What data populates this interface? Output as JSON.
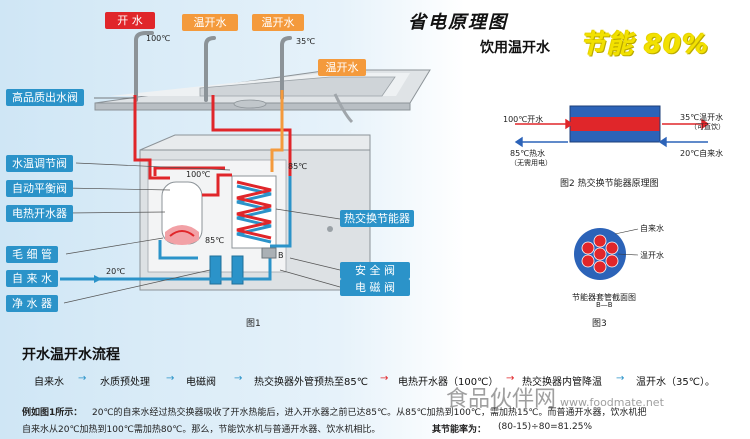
{
  "colors": {
    "hot": "#e0262a",
    "warm": "#f49a3c",
    "cold": "#2b93c9",
    "labelBlue": "#2b93c9",
    "steel": "#c9ced2"
  },
  "top_tags": {
    "boiling": "开 水",
    "warm1": "温开水",
    "warm2": "温开水",
    "warm3": "温开水"
  },
  "temps": {
    "t100_top": "100℃",
    "t35_top": "35℃",
    "t100_inner": "100℃",
    "t85_right": "85℃",
    "t85_inner": "85℃",
    "t20": "20℃",
    "t_b": "B"
  },
  "left_labels": {
    "outlet_valve": "高品质出水阀",
    "temp_valve": "水温调节阀",
    "balance_valve": "自动平衡阀",
    "heater": "电热开水器",
    "capillary": "毛 细 管",
    "tap_water": "自 来 水",
    "purifier": "净 水 器"
  },
  "right_labels": {
    "exchanger": "热交换节能器",
    "safety_valve": "安 全 阀",
    "solenoid_valve": "电 磁 阀"
  },
  "fig1": "图1",
  "title": {
    "main": "省电原理图",
    "sub": "饮用温开水",
    "save": "节能 80%"
  },
  "fig2": {
    "caption": "图2 热交换节能器原理图",
    "left_top": "100℃开水",
    "left_bottom": "85℃热水",
    "left_bottom_note": "（无需用电）",
    "right_top": "35℃温开水",
    "right_top_note": "（可直饮）",
    "right_bottom": "20℃自来水"
  },
  "fig3": {
    "caption": "图3",
    "cold_label": "自来水",
    "warm_label": "温开水",
    "title": "节能器套管截面图",
    "section": "B—B"
  },
  "process": {
    "heading": "开水温开水流程",
    "steps": [
      "自来水",
      "水质预处理",
      "电磁阀",
      "热交换器外管预热至85℃",
      "电热开水器（100℃）",
      "热交换器内管降温",
      "温开水（35℃）。"
    ]
  },
  "example": {
    "prefix": "例如图1所示：",
    "line1": "20℃的自来水经过热交换器吸收了开水热能后，进入开水器之前已达85℃。从85℃加热到100℃，需加热15℃。而普通开水器，饮水机把",
    "line2": "自来水从20℃加热到100℃需加热80℃。那么，节能饮水机与普通开水器、饮水机相比。",
    "ratio_label": "其节能率为：",
    "ratio": "(80-15)÷80=81.25%"
  },
  "watermark": {
    "cn": "食品伙伴网",
    "url": "www.foodmate.net"
  }
}
